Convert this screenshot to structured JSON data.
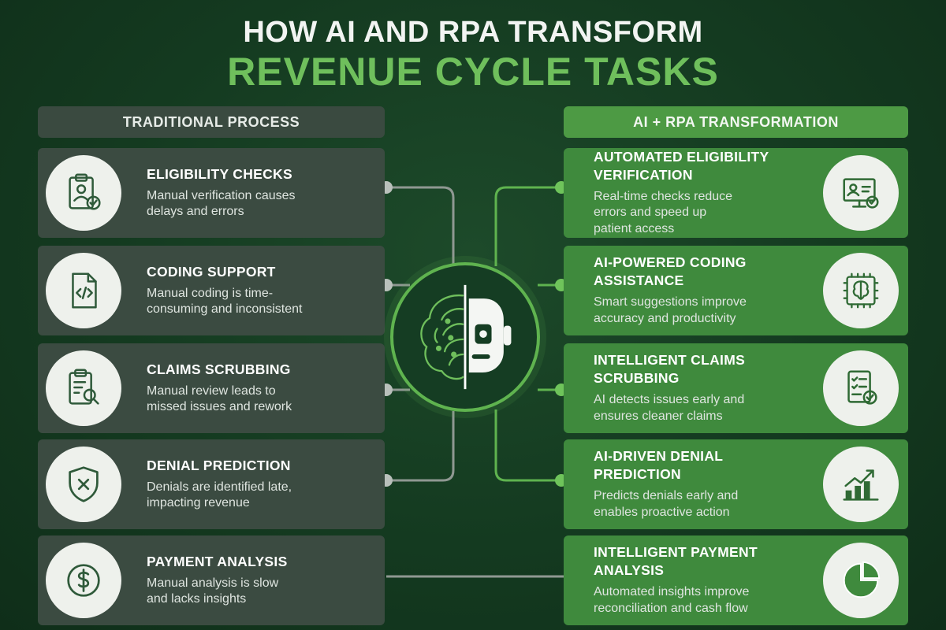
{
  "title": {
    "line1": "HOW AI AND RPA TRANSFORM",
    "line2": "REVENUE CYCLE TASKS"
  },
  "left_header": "TRADITIONAL PROCESS",
  "right_header": "AI + RPA TRANSFORMATION",
  "traditional": [
    {
      "title": "ELIGIBILITY CHECKS",
      "desc1": "Manual verification causes",
      "desc2": "delays and errors",
      "icon": "clipboard-user-check-icon"
    },
    {
      "title": "CODING SUPPORT",
      "desc1": "Manual coding is time-",
      "desc2": "consuming and inconsistent",
      "icon": "code-document-icon"
    },
    {
      "title": "CLAIMS SCRUBBING",
      "desc1": "Manual review leads to",
      "desc2": "missed issues and rework",
      "icon": "clipboard-magnifier-icon"
    },
    {
      "title": "DENIAL PREDICTION",
      "desc1": "Denials are identified late,",
      "desc2": "impacting revenue",
      "icon": "shield-x-icon"
    },
    {
      "title": "PAYMENT ANALYSIS",
      "desc1": "Manual analysis is slow",
      "desc2": "and lacks insights",
      "icon": "dollar-coin-icon"
    }
  ],
  "transformation": [
    {
      "title1": "AUTOMATED ELIGIBILITY",
      "title2": "VERIFICATION",
      "desc1": "Real-time checks reduce",
      "desc2": "errors and speed up",
      "desc3": "patient access",
      "icon": "monitor-user-check-icon"
    },
    {
      "title1": "AI-POWERED CODING",
      "title2": "ASSISTANCE",
      "desc1": "Smart suggestions improve",
      "desc2": "accuracy and productivity",
      "icon": "brain-chip-icon"
    },
    {
      "title1": "INTELLIGENT CLAIMS",
      "title2": "SCRUBBING",
      "desc1": "AI detects issues early and",
      "desc2": "ensures cleaner claims",
      "icon": "document-check-icon"
    },
    {
      "title1": "AI-DRIVEN DENIAL",
      "title2": "PREDICTION",
      "desc1": "Predicts denials early and",
      "desc2": "enables proactive action",
      "icon": "growth-chart-icon"
    },
    {
      "title1": "INTELLIGENT PAYMENT",
      "title2": "ANALYSIS",
      "desc1": "Automated insights improve",
      "desc2": "reconciliation and cash flow",
      "icon": "pie-chart-icon"
    }
  ],
  "hub": {
    "icon": "brain-robot-icon"
  },
  "colors": {
    "background": "#143a20",
    "accent_green": "#6fbf5c",
    "traditional_card": "#3b4b41",
    "transformation_card": "#3f8a3d",
    "connector_gray": "#9aa39d"
  }
}
